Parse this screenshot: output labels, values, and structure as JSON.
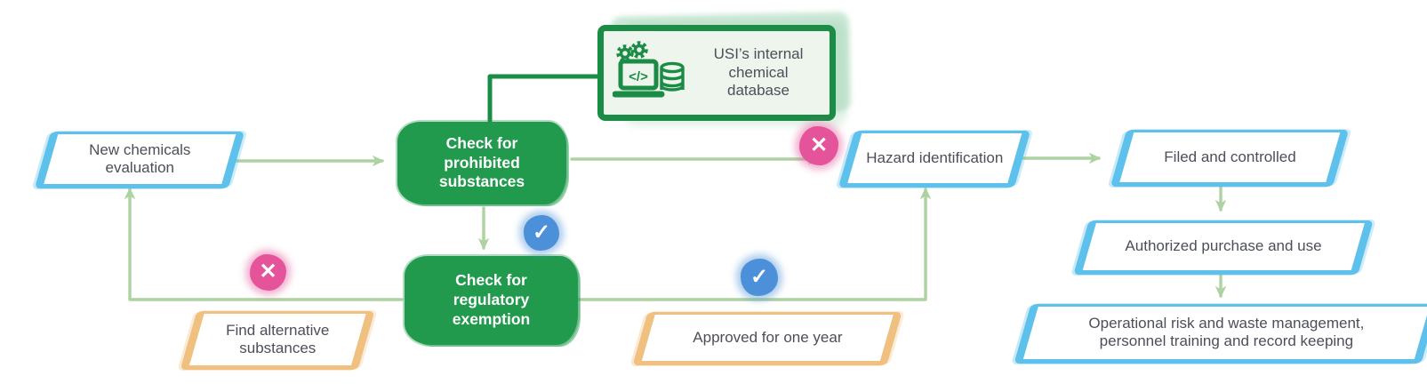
{
  "diagram": {
    "title_hint": "New chemicals evaluation flow",
    "colors": {
      "process_green": "#229a4d",
      "database_border_green": "#1a8c45",
      "database_fill": "#eef5ec",
      "flow_blue_border": "#5ec1ec",
      "alt_yellow_border": "#f0c080",
      "fail_pink": "#e5539a",
      "pass_blue": "#4b90d8",
      "arrow_light_green": "#aed2a2",
      "text_dark": "#4c4f59"
    },
    "nodes": {
      "new_chemicals": {
        "label": "New chemicals evaluation"
      },
      "check_prohibited": {
        "label": "Check for prohibited substances"
      },
      "internal_database": {
        "label": "USI’s internal chemical database",
        "code_glyph": "</>"
      },
      "hazard_identification": {
        "label": "Hazard identification"
      },
      "filed_controlled": {
        "label": "Filed and controlled"
      },
      "authorized_purchase": {
        "label": "Authorized purchase and use"
      },
      "operational_risk": {
        "label_line1": "Operational risk and waste management,",
        "label_line2": "personnel training and record keeping"
      },
      "check_exemption": {
        "label": "Check for regulatory exemption"
      },
      "find_alternative": {
        "label": "Find alternative substances"
      },
      "approved_one_year": {
        "label": "Approved for one year"
      }
    },
    "badges": {
      "fail_glyph": "✕",
      "pass_glyph": "✓"
    }
  }
}
